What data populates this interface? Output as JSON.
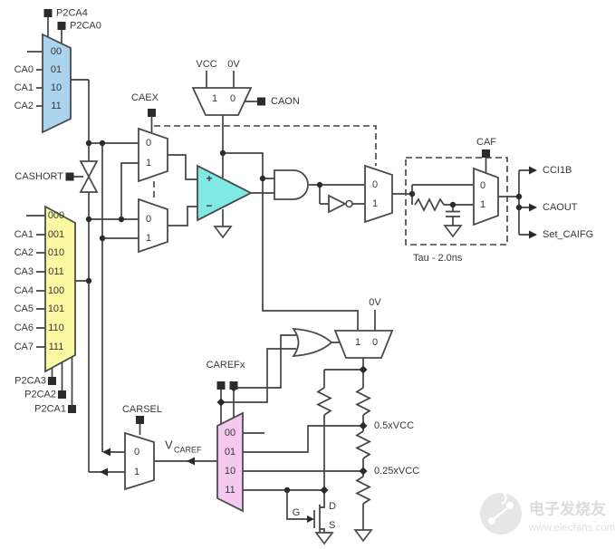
{
  "colors": {
    "wire": "#424242",
    "text": "#383838",
    "mux_blue": "#aad4ee",
    "mux_yellow": "#fbf8a2",
    "mux_pink": "#f5c8f0",
    "comparator_fill": "#80e9e6",
    "watermark": "#dcdcdc"
  },
  "input_mux_a": {
    "selects": [
      "P2CA4",
      "P2CA0"
    ],
    "inputs": [
      "CA0",
      "CA1",
      "CA2"
    ],
    "codes": [
      "00",
      "01",
      "10",
      "11"
    ]
  },
  "input_mux_b": {
    "selects": [
      "P2CA3",
      "P2CA2",
      "P2CA1"
    ],
    "inputs": [
      "CA1",
      "CA2",
      "CA3",
      "CA4",
      "CA5",
      "CA6",
      "CA7"
    ],
    "codes": [
      "000",
      "001",
      "010",
      "011",
      "100",
      "101",
      "110",
      "111"
    ]
  },
  "cashort": {
    "label": "CASHORT"
  },
  "caex": {
    "label": "CAEX",
    "codes": [
      "0",
      "1"
    ]
  },
  "power_mux": {
    "inputs": [
      "VCC",
      "0V"
    ],
    "codes": [
      "1",
      "0"
    ],
    "select": "CAON"
  },
  "comparator": {
    "plus": "+",
    "minus": "−"
  },
  "output_mux": {
    "codes": [
      "0",
      "1"
    ]
  },
  "filter": {
    "select": "CAF",
    "codes": [
      "0",
      "1"
    ],
    "tau": "Tau - 2.0ns"
  },
  "outputs": {
    "cci1b": "CCI1B",
    "caout": "CAOUT",
    "set_caifg": "Set_CAIFG"
  },
  "ref_section": {
    "zero_v": "0V",
    "mux_codes": [
      "1",
      "0"
    ],
    "carefx": "CAREFx",
    "ref_mux_codes": [
      "00",
      "01",
      "10",
      "11"
    ],
    "carsel": "CARSEL",
    "carsel_codes": [
      "0",
      "1"
    ],
    "vcaref_main": "V",
    "vcaref_sub": "CAREF",
    "tap_half": "0.5xVCC",
    "tap_quarter": "0.25xVCC",
    "gate": "G",
    "drain": "D",
    "source": "S"
  },
  "watermark": {
    "brand": "电子发烧友",
    "site": "www.elecfans.com"
  }
}
